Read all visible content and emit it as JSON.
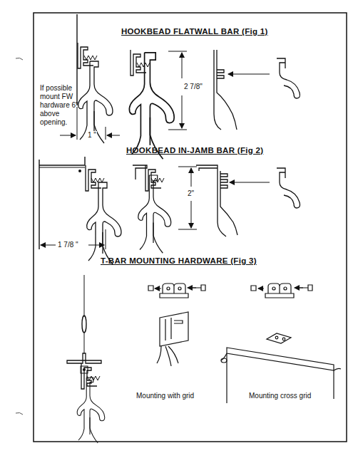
{
  "diagram": {
    "labels": [
      "HOOKBEAD FLATWALL BAR (Fig 1)",
      "If possible mount FW hardware 6\" above opening.",
      "2 7/8\"",
      "1 \"",
      "HOOKBEAD IN-JAMB BAR (Fig 2)",
      "2\"",
      "1 7/8 \"",
      "T-BAR MOUNTING HARDWARE (Fig 3)",
      "Mounting with grid",
      "Mounting cross grid"
    ]
  }
}
